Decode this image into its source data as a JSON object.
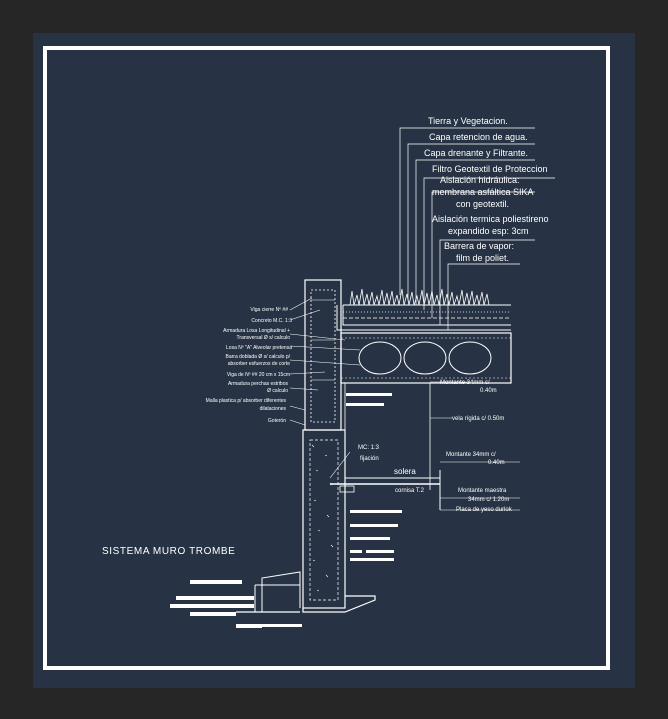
{
  "title": "SISTEMA MURO TROMBE",
  "right_labels": {
    "tierra": "Tierra y Vegetacion.",
    "retencion": "Capa retencion de agua.",
    "drenante": "Capa drenante y Filtrante.",
    "filtro": "Filtro Geotextil de Proteccion",
    "aislacion_h1": "Aislación hidráulica:",
    "aislacion_h2": "membrana asfáltica SIKA",
    "aislacion_h3": "con geotextil.",
    "aislacion_t1": "Aislación termica poliestireno",
    "aislacion_t2": "expandido esp: 3cm",
    "barrera1": "Barrera de vapor:",
    "barrera2": "film de poliet."
  },
  "left_labels": {
    "l1": "Viga cierre Nº ##",
    "l2": "Concreto M.C. 1:3",
    "l3": "Armadura Losa Longitudinal +",
    "l4": "Transversal Ø s/ calculo",
    "l5": "Losa Nº \"A\" Alveolar pretensa",
    "l6": "Barra doblada Ø s/ calculo p/",
    "l7": "absorber esfuerzos de corte",
    "l8": "Viga de Nº ## 20 cm x 15cm",
    "l9": "Armadura perchas estribos",
    "l10": "Ø calculo",
    "l11": "Malla plastica p/ absorber diferentes",
    "l12": "dilataciones",
    "l13": "Goterón"
  },
  "mid_labels": {
    "montante1": "Montante 34mm c/",
    "montante1b": "0.40m",
    "vela": "vela rígida c/ 0.50m",
    "montante2": "Montante 34mm c/",
    "montante2b": "0.40m",
    "mc": "MC: 1:3",
    "fijacion": "fijación",
    "solera": "solera",
    "cornisa": "cornisa T.2",
    "maestra1": "Montante maestra",
    "maestra2": "34mm c/ 1.20m",
    "yeso": "Placa de yeso durlok"
  }
}
